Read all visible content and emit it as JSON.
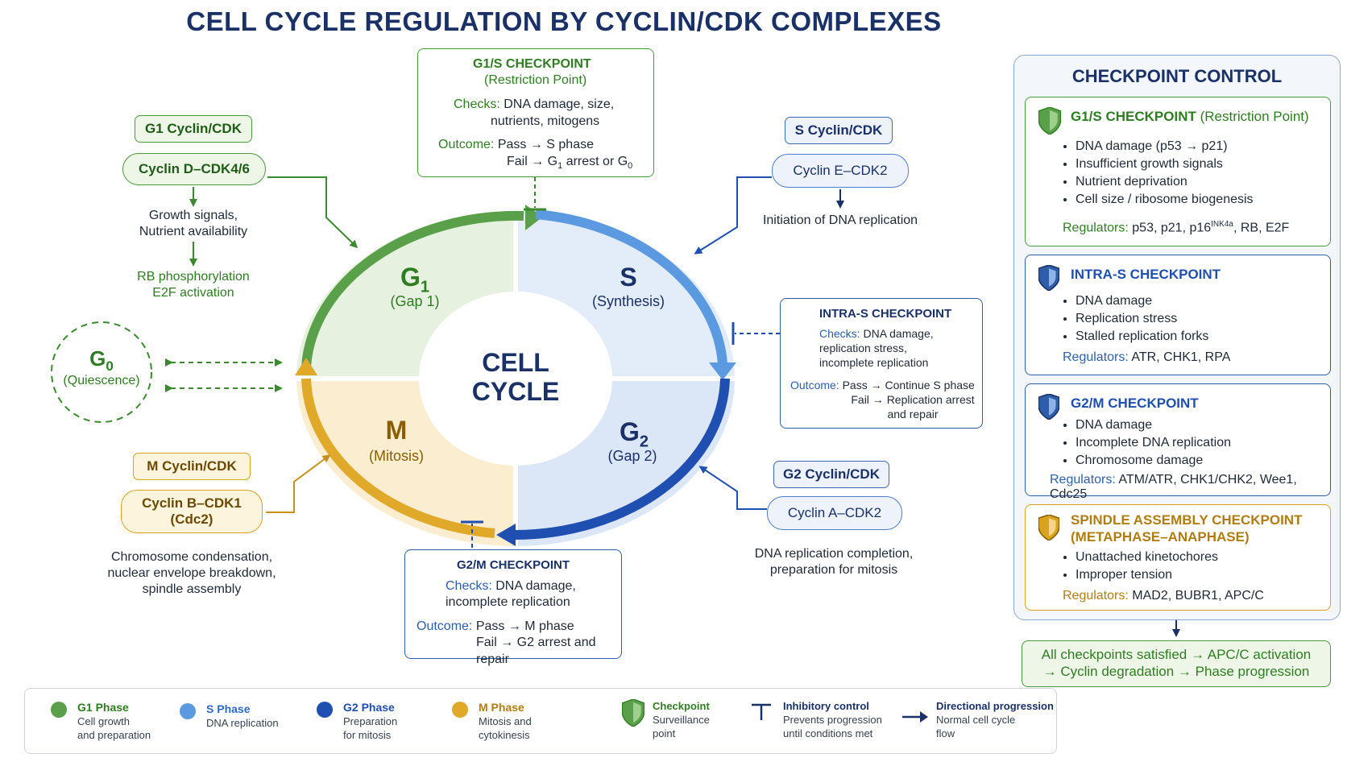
{
  "title": "CELL CYCLE REGULATION BY CYCLIN/CDK COMPLEXES",
  "center": {
    "line1": "CELL",
    "line2": "CYCLE"
  },
  "phases": {
    "g1": {
      "name": "G",
      "sub": "1",
      "label": "(Gap 1)"
    },
    "s": {
      "name": "S",
      "label": "(Synthesis)"
    },
    "g2": {
      "name": "G",
      "sub": "2",
      "label": "(Gap 2)"
    },
    "m": {
      "name": "M",
      "label": "(Mitosis)"
    },
    "g0": {
      "name": "G",
      "sub": "0",
      "label": "(Quiescence)"
    }
  },
  "g1_cdk": {
    "tag": "G1 Cyclin/CDK",
    "complex": "Cyclin D–CDK4/6",
    "note1": "Growth signals,",
    "note2": "Nutrient availability",
    "result1": "RB phosphorylation",
    "result2": "E2F activation"
  },
  "s_cdk": {
    "tag": "S Cyclin/CDK",
    "complex": "Cyclin E–CDK2",
    "note": "Initiation of DNA replication"
  },
  "g2_cdk": {
    "tag": "G2 Cyclin/CDK",
    "complex": "Cyclin A–CDK2",
    "note1": "DNA replication completion,",
    "note2": "preparation for mitosis"
  },
  "m_cdk": {
    "tag": "M Cyclin/CDK",
    "complex1": "Cyclin B–CDK1",
    "complex2": "(Cdc2)",
    "note1": "Chromosome condensation,",
    "note2": "nuclear envelope breakdown,",
    "note3": "spindle assembly"
  },
  "g1s_box": {
    "title": "G1/S CHECKPOINT",
    "subtitle": "(Restriction Point)",
    "checks_label": "Checks:",
    "checks1": "DNA damage, size,",
    "checks2": "nutrients, mitogens",
    "outcome_label": "Outcome:",
    "pass": "Pass → S phase",
    "fail": "Fail → G",
    "fail_sub": "1",
    "fail_rest": " arrest or G",
    "fail_sub2": "0"
  },
  "intras_box": {
    "title": "INTRA-S CHECKPOINT",
    "checks_label": "Checks:",
    "checks1": "DNA damage,",
    "checks2": "replication stress,",
    "checks3": "incomplete replication",
    "outcome_label": "Outcome:",
    "pass": "Pass → Continue S phase",
    "fail1": "Fail → Replication arrest",
    "fail2": "and repair"
  },
  "g2m_box": {
    "title": "G2/M CHECKPOINT",
    "checks_label": "Checks:",
    "checks1": "DNA damage,",
    "checks2": "incomplete replication",
    "outcome_label": "Outcome:",
    "pass": "Pass → M phase",
    "fail": "Fail → G2 arrest and repair"
  },
  "panel": {
    "title": "CHECKPOINT CONTROL",
    "g1s": {
      "title": "G1/S CHECKPOINT",
      "title_rest": " (Restriction Point)",
      "items": [
        "DNA damage (p53 → p21)",
        "Insufficient growth signals",
        "Nutrient deprivation",
        "Cell size / ribosome biogenesis"
      ],
      "reg_label": "Regulators:",
      "reg_a": "p53, p21, p16",
      "reg_sup": "INK4a",
      "reg_b": ", RB, E2F"
    },
    "intras": {
      "title": "INTRA-S CHECKPOINT",
      "items": [
        "DNA damage",
        "Replication stress",
        "Stalled replication forks"
      ],
      "reg_label": "Regulators:",
      "reg": "ATR, CHK1, RPA"
    },
    "g2m": {
      "title": "G2/M CHECKPOINT",
      "items": [
        "DNA damage",
        "Incomplete DNA replication",
        "Chromosome damage"
      ],
      "reg_label": "Regulators:",
      "reg": "ATM/ATR, CHK1/CHK2, Wee1, Cdc25"
    },
    "sac": {
      "title1": "SPINDLE ASSEMBLY CHECKPOINT",
      "title2": "(METAPHASE–ANAPHASE)",
      "items": [
        "Unattached kinetochores",
        "Improper tension"
      ],
      "reg_label": "Regulators:",
      "reg": "MAD2, BUBR1, APC/C"
    }
  },
  "summary": {
    "line1": "All checkpoints satisfied → APC/C activation",
    "line2": "→ Cyclin degradation → Phase progression"
  },
  "legend": [
    {
      "title": "G1 Phase",
      "l1": "Cell growth",
      "l2": "and preparation",
      "color": "#5aa04a"
    },
    {
      "title": "S Phase",
      "l1": "DNA replication",
      "l2": "",
      "color": "#5b9ae0"
    },
    {
      "title": "G2 Phase",
      "l1": "Preparation",
      "l2": "for mitosis",
      "color": "#1f4fb0"
    },
    {
      "title": "M Phase",
      "l1": "Mitosis and",
      "l2": "cytokinesis",
      "color": "#e0a92a"
    },
    {
      "title": "Checkpoint",
      "l1": "Surveillance",
      "l2": "point"
    },
    {
      "title": "Inhibitory control",
      "l1": "Prevents progression",
      "l2": "until conditions met"
    },
    {
      "title": "Directional progression",
      "l1": "Normal cell cycle",
      "l2": "flow"
    }
  ],
  "colors": {
    "green": "#4a9a3e",
    "light_blue": "#5b9ae0",
    "dark_blue": "#1f4fb0",
    "gold": "#d9a31c",
    "navy": "#1a3168"
  }
}
